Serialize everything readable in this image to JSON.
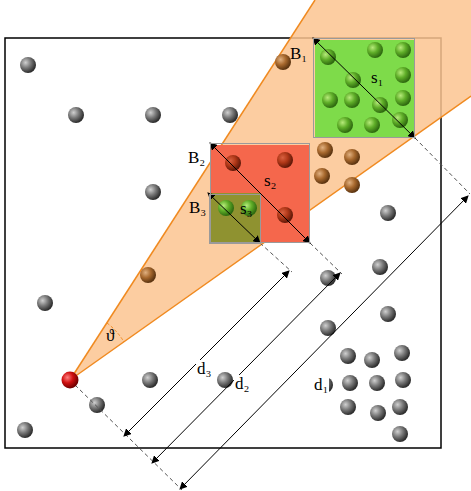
{
  "diagram": {
    "nodes": [
      {
        "text": [
          "B₁",
          "s₁"
        ]
      },
      {
        "text": [
          "B₂",
          "s₂"
        ]
      },
      {
        "text": [
          "B₃",
          "s₃"
        ],
        "in": 1
      }
    ],
    "labels": [
      "d₁",
      "d₂",
      "d₃",
      "ϑ"
    ]
  }
}
